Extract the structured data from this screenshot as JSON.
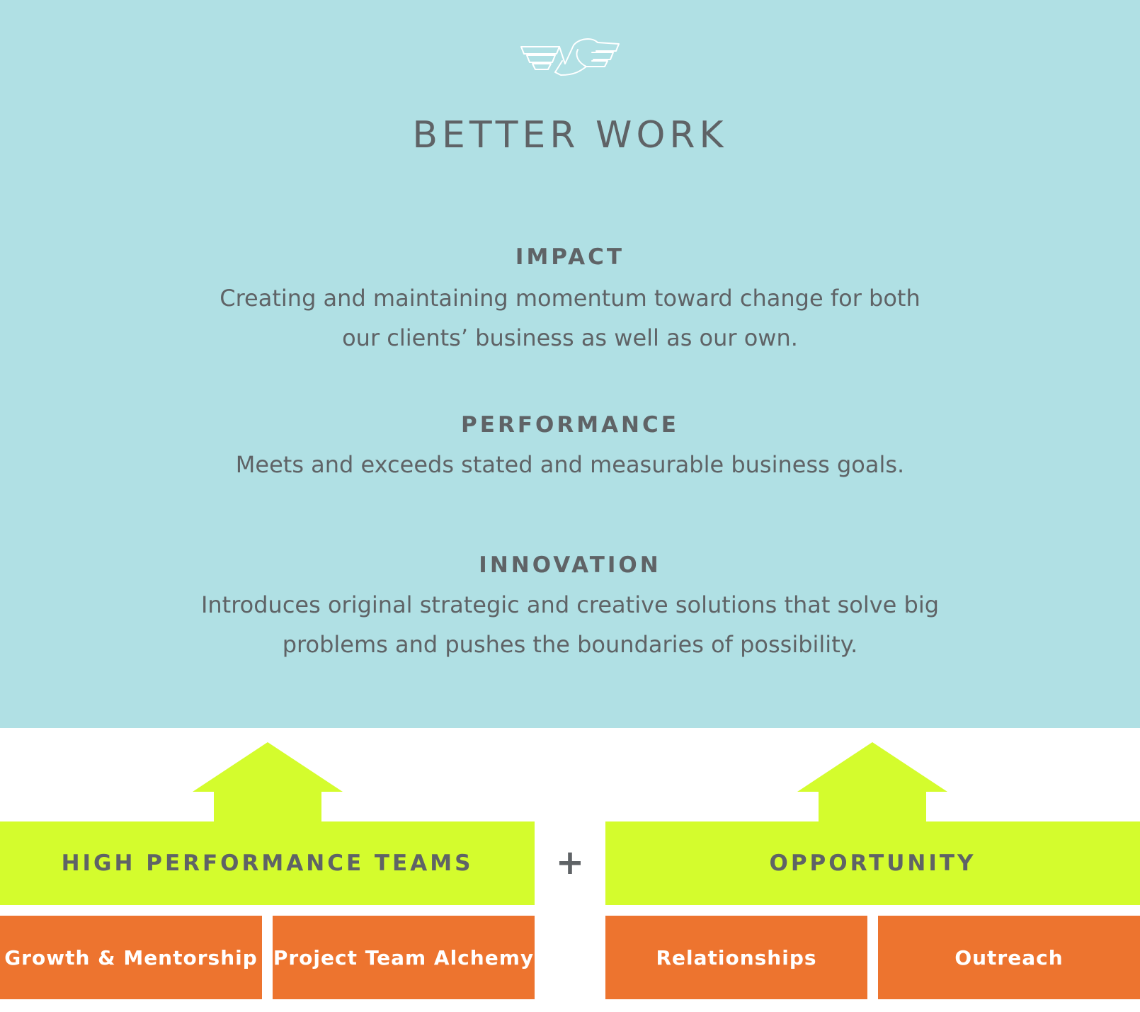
{
  "header": {
    "logo_icon": "winged-logo-icon",
    "title": "BETTER WORK"
  },
  "pillars": [
    {
      "title": "IMPACT",
      "description_line1": "Creating and maintaining momentum toward change for both",
      "description_line2": "our clients’ business as well as our own."
    },
    {
      "title": "PERFORMANCE",
      "description_line1": "Meets and exceeds stated and measurable business goals.",
      "description_line2": ""
    },
    {
      "title": "INNOVATION",
      "description_line1": "Introduces original strategic and creative solutions that solve big",
      "description_line2": "problems and pushes the boundaries of possibility."
    }
  ],
  "foundation": {
    "left": {
      "label": "HIGH PERFORMANCE TEAMS",
      "items": [
        "Growth & Mentorship",
        "Project Team Alchemy"
      ]
    },
    "operator": "+",
    "right": {
      "label": "OPPORTUNITY",
      "items": [
        "Relationships",
        "Outreach"
      ]
    }
  },
  "colors": {
    "top_background": "#b0e0e4",
    "text": "#5f6366",
    "green": "#d4fc2d",
    "orange": "#ed742f",
    "white": "#ffffff"
  }
}
